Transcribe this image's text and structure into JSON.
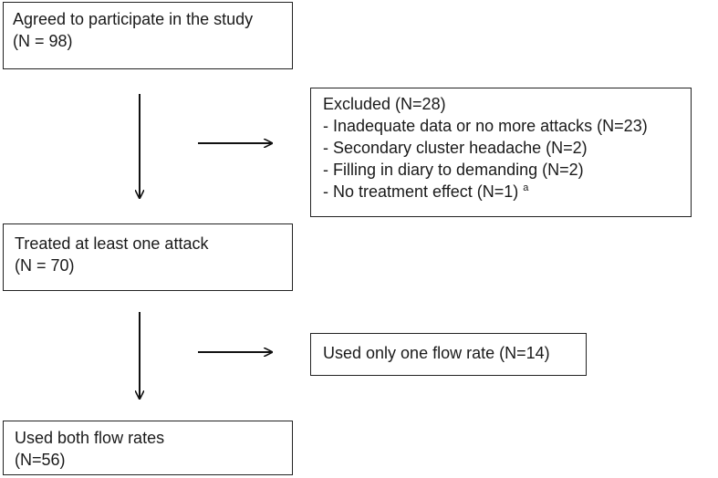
{
  "boxes": {
    "agreed": {
      "line1": "Agreed to participate in the study",
      "line2": "(N = 98)"
    },
    "excluded": {
      "title": "Excluded (N=28)",
      "items": [
        "- Inadequate data or no more attacks (N=23)",
        "- Secondary cluster headache (N=2)",
        "- Filling in diary to demanding (N=2)",
        "- No treatment effect (N=1)"
      ],
      "footnote_marker": "a"
    },
    "treated": {
      "line1": "Treated at least one attack",
      "line2": "(N = 70)"
    },
    "one_rate": {
      "line1": "Used only one flow rate (N=14)"
    },
    "both_rates": {
      "line1": "Used both flow rates",
      "line2": "(N=56)"
    }
  }
}
